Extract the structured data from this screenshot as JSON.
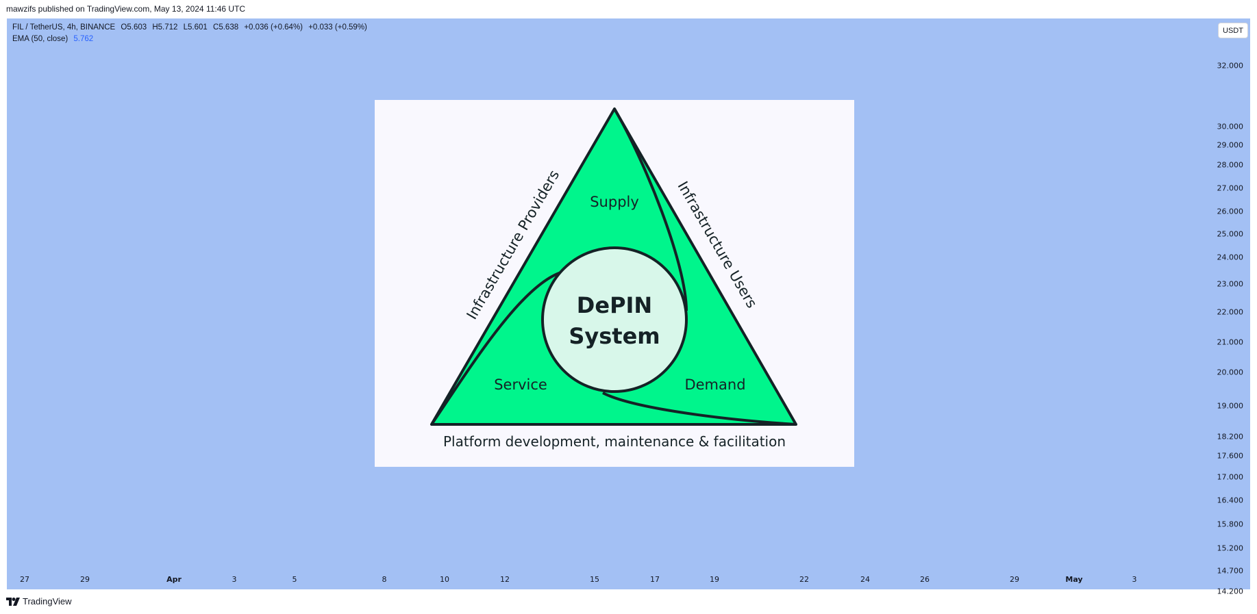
{
  "publication": {
    "text": "mawzifs published on TradingView.com, May 13, 2024 11:46 UTC"
  },
  "legend": {
    "symbol": "FIL / TetherUS, 4h, BINANCE",
    "open": "O5.603",
    "high": "H5.712",
    "low": "L5.601",
    "close": "C5.638",
    "change": "+0.036 (+0.64%)",
    "change2": "+0.033 (+0.59%)",
    "ema_label": "EMA (50, close)",
    "ema_value": "5.762"
  },
  "currency_button": "USDT",
  "price_axis": [
    "32.000",
    "30.000",
    "29.000",
    "28.000",
    "27.000",
    "26.000",
    "25.000",
    "24.000",
    "23.000",
    "22.000",
    "21.000",
    "20.000",
    "19.000",
    "18.200",
    "17.600",
    "17.000",
    "16.400",
    "15.800",
    "15.200",
    "14.700",
    "14.200"
  ],
  "time_axis": [
    "27",
    "29",
    "Apr",
    "3",
    "5",
    "8",
    "10",
    "12",
    "15",
    "17",
    "19",
    "22",
    "24",
    "26",
    "29",
    "May",
    "3"
  ],
  "diagram": {
    "center_line1": "DePIN",
    "center_line2": "System",
    "supply": "Supply",
    "service": "Service",
    "demand": "Demand",
    "left_side": "Infrastructure Providers",
    "right_side": "Infrastructure Users",
    "bottom": "Platform development, maintenance & facilitation",
    "colors": {
      "triangle_fill": "#00f58c",
      "circle_fill": "#d8f7ea",
      "stroke": "#152226",
      "background": "#f9f8fe"
    }
  },
  "footer": {
    "brand": "TradingView"
  },
  "colors": {
    "chart_background": "#a3c0f4",
    "ema_value": "#2962ff"
  }
}
